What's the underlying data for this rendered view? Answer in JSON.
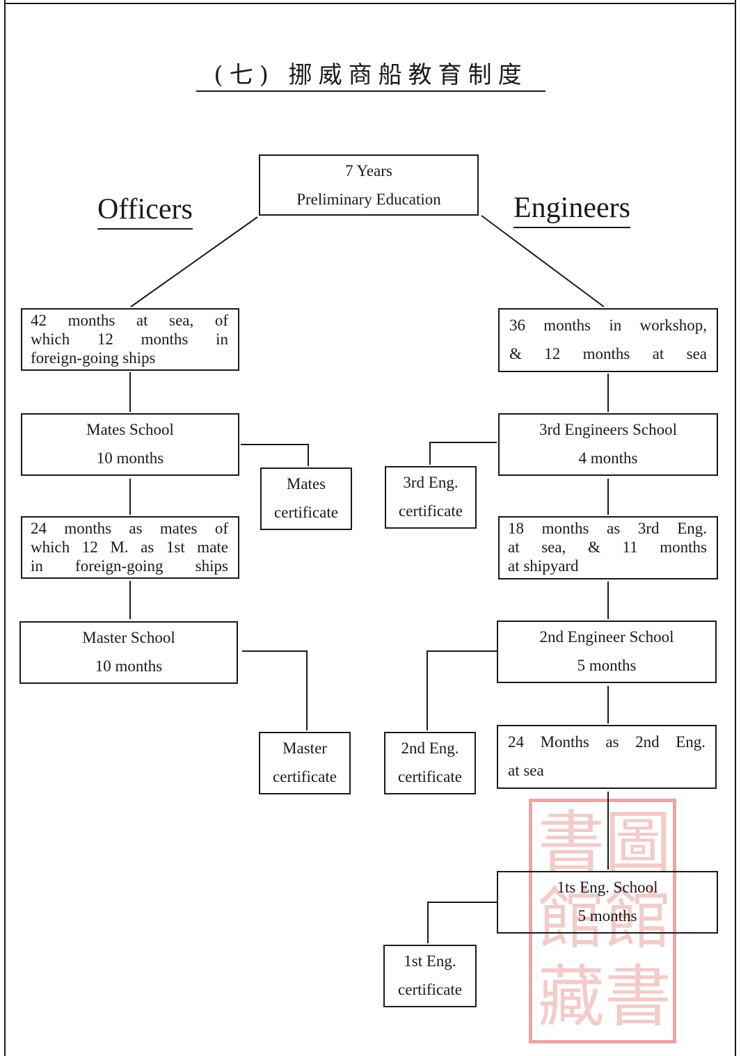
{
  "title": "(七) 挪威商船教育制度",
  "root": {
    "line1": "7  Years",
    "line2": "Preliminary  Education"
  },
  "officers": {
    "heading": "Officers",
    "sea_training": [
      "42  months  at  sea,  of",
      "which  12  months  in",
      "foreign-going  ships"
    ],
    "mates_school": {
      "line1": "Mates School",
      "line2": "10 months"
    },
    "mates_certificate": {
      "line1": "Mates",
      "line2": "certificate"
    },
    "mate_service": [
      "24  months  as  mates  of",
      "which 12 M. as 1st mate",
      "in foreign-going ships"
    ],
    "master_school": {
      "line1": "Master School",
      "line2": "10  months"
    },
    "master_certificate": {
      "line1": "Master",
      "line2": "certificate"
    }
  },
  "engineers": {
    "heading": "Engineers",
    "workshop": {
      "line1": "36 months in workshop,",
      "line2": "&  12  months  at  sea"
    },
    "third_school": {
      "line1": "3rd  Engineers  School",
      "line2": "4  months"
    },
    "third_certificate": {
      "line1": "3rd Eng.",
      "line2": "certificate"
    },
    "third_service": [
      "18  months  as  3rd  Eng.",
      "at  sea,  &  11  months",
      "at  shipyard"
    ],
    "second_school": {
      "line1": "2nd  Engineer  School",
      "line2": "5  months"
    },
    "second_certificate": {
      "line1": "2nd Eng.",
      "line2": "certificate"
    },
    "second_service": {
      "line1": "24  Months  as  2nd  Eng.",
      "line2": "at  sea"
    },
    "first_school": {
      "line1": "1ts  Eng.  School",
      "line2": "5  months"
    },
    "first_certificate": {
      "line1": "1st Eng.",
      "line2": "certificate"
    }
  },
  "colors": {
    "ink": "#1a1a1a",
    "seal": "#d23c3c",
    "paper": "#ffffff"
  }
}
